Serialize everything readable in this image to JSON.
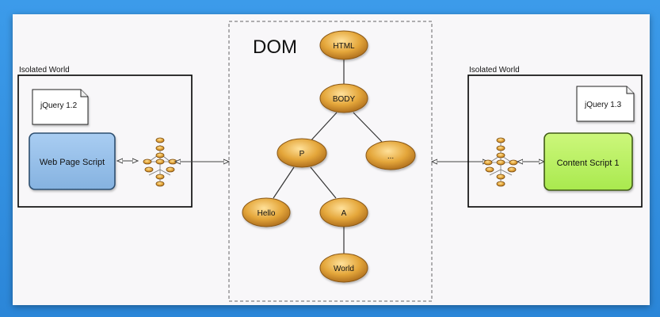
{
  "colors": {
    "background": "#2f8fdf",
    "slide": "#f8f7f9",
    "node_fill": "#e4a63a",
    "web_page_script_fill": "#91bde8",
    "content_script_fill": "#b8ef5a"
  },
  "left_world": {
    "label": "Isolated World",
    "library": "jQuery 1.2",
    "script": "Web Page Script"
  },
  "right_world": {
    "label": "Isolated World",
    "library": "jQuery 1.3",
    "script": "Content Script 1"
  },
  "dom": {
    "title": "DOM",
    "nodes": {
      "html": "HTML",
      "body": "BODY",
      "p": "P",
      "ellipsis": "...",
      "hello": "Hello",
      "a": "A",
      "world": "World"
    }
  }
}
